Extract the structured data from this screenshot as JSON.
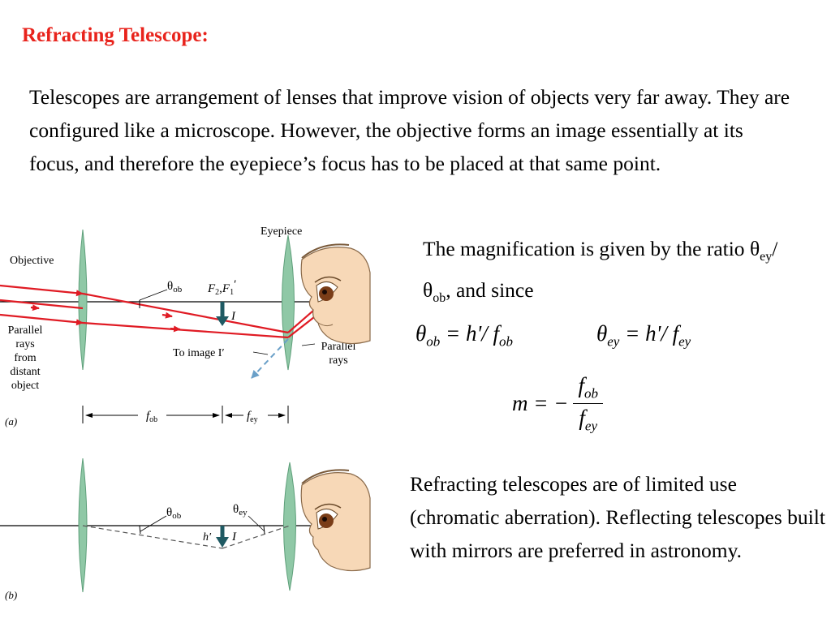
{
  "slide": {
    "title": "Refracting Telescope:",
    "intro": "Telescopes are arrangement of lenses that improve vision of objects very far away. They are configured like a microscope. However, the objective forms an image essentially at its focus, and therefore the eyepiece’s focus has to be placed at that same point.",
    "magnification": {
      "lead": "The magnification is given by the ratio ",
      "theta": "θ",
      "ey": "ey",
      "slash": "/",
      "ob": "ob",
      "tail": ", and since"
    },
    "equations": {
      "theta": "θ",
      "ob": "ob",
      "ey": "ey",
      "rhs": " = h'/ f",
      "m_lhs": "m = −",
      "f": "f"
    },
    "conclusion": "Refracting telescopes are of limited use (chromatic aberration). Reflecting telescopes built with mirrors are preferred in astronomy."
  },
  "diagram": {
    "lens_color": "#8fc8a6",
    "ray_color": "#e01b24",
    "image_arrow_color": "#1f5a63",
    "virtual_ray_color": "#6aa0c8",
    "labels": {
      "objective": "Objective",
      "eyepiece": "Eyepiece",
      "theta": "θ",
      "ob": "ob",
      "ey": "ey",
      "f": "f",
      "F": "F",
      "sub2": "2",
      "sub1": "1",
      "prime": "′",
      "comma": ",",
      "image_I": "I",
      "parallel_rays_distant": [
        "Parallel",
        "rays",
        "from",
        "distant",
        "object"
      ],
      "to_image": "To image I′",
      "parallel_rays": [
        "Parallel",
        "rays"
      ],
      "h_prime": "h′",
      "panel_a": "(a)",
      "panel_b": "(b)"
    }
  }
}
